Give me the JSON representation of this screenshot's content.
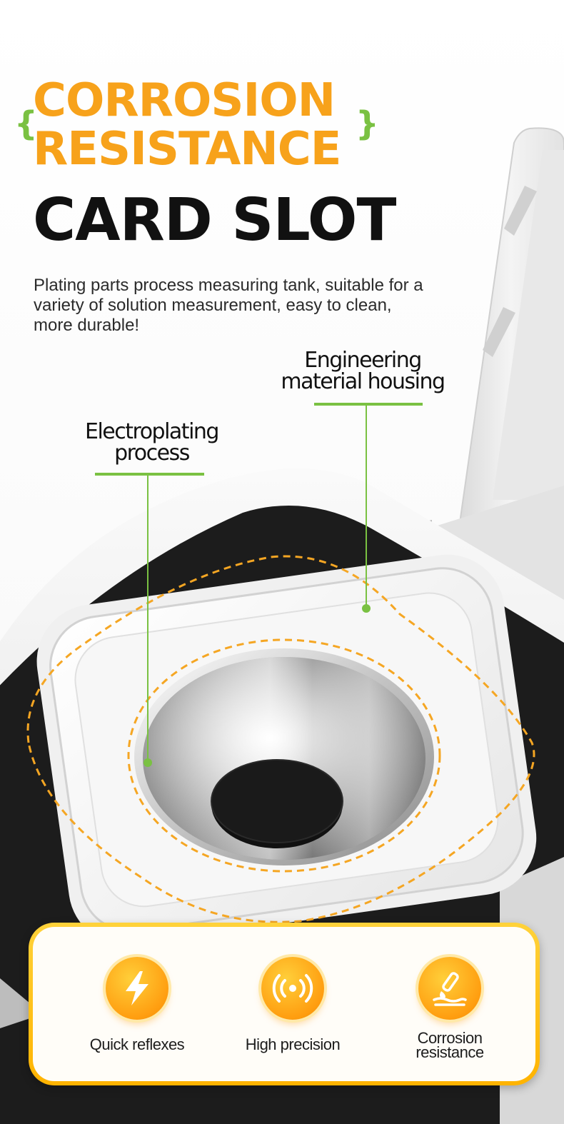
{
  "title": {
    "line1": "CORROSION",
    "line2": "RESISTANCE",
    "line3": "CARD SLOT",
    "brace_left": "{",
    "brace_right": "}"
  },
  "description": "Plating parts process measuring tank, suitable for a variety of solution measurement, easy to clean, more durable!",
  "callouts": {
    "engineering": {
      "line1": "Engineering",
      "line2": "material housing"
    },
    "electroplating": {
      "line1": "Electroplating",
      "line2": "process"
    }
  },
  "features": [
    {
      "label": "Quick reflexes",
      "icon": "lightning-icon"
    },
    {
      "label": "High precision",
      "icon": "signal-icon"
    },
    {
      "label": "Corrosion",
      "label2": "resistance",
      "icon": "test-tube-drop-icon"
    }
  ],
  "colors": {
    "orange": "#f7a21b",
    "green": "#7ac142",
    "black": "#111111",
    "card_border": "#ffb300"
  }
}
